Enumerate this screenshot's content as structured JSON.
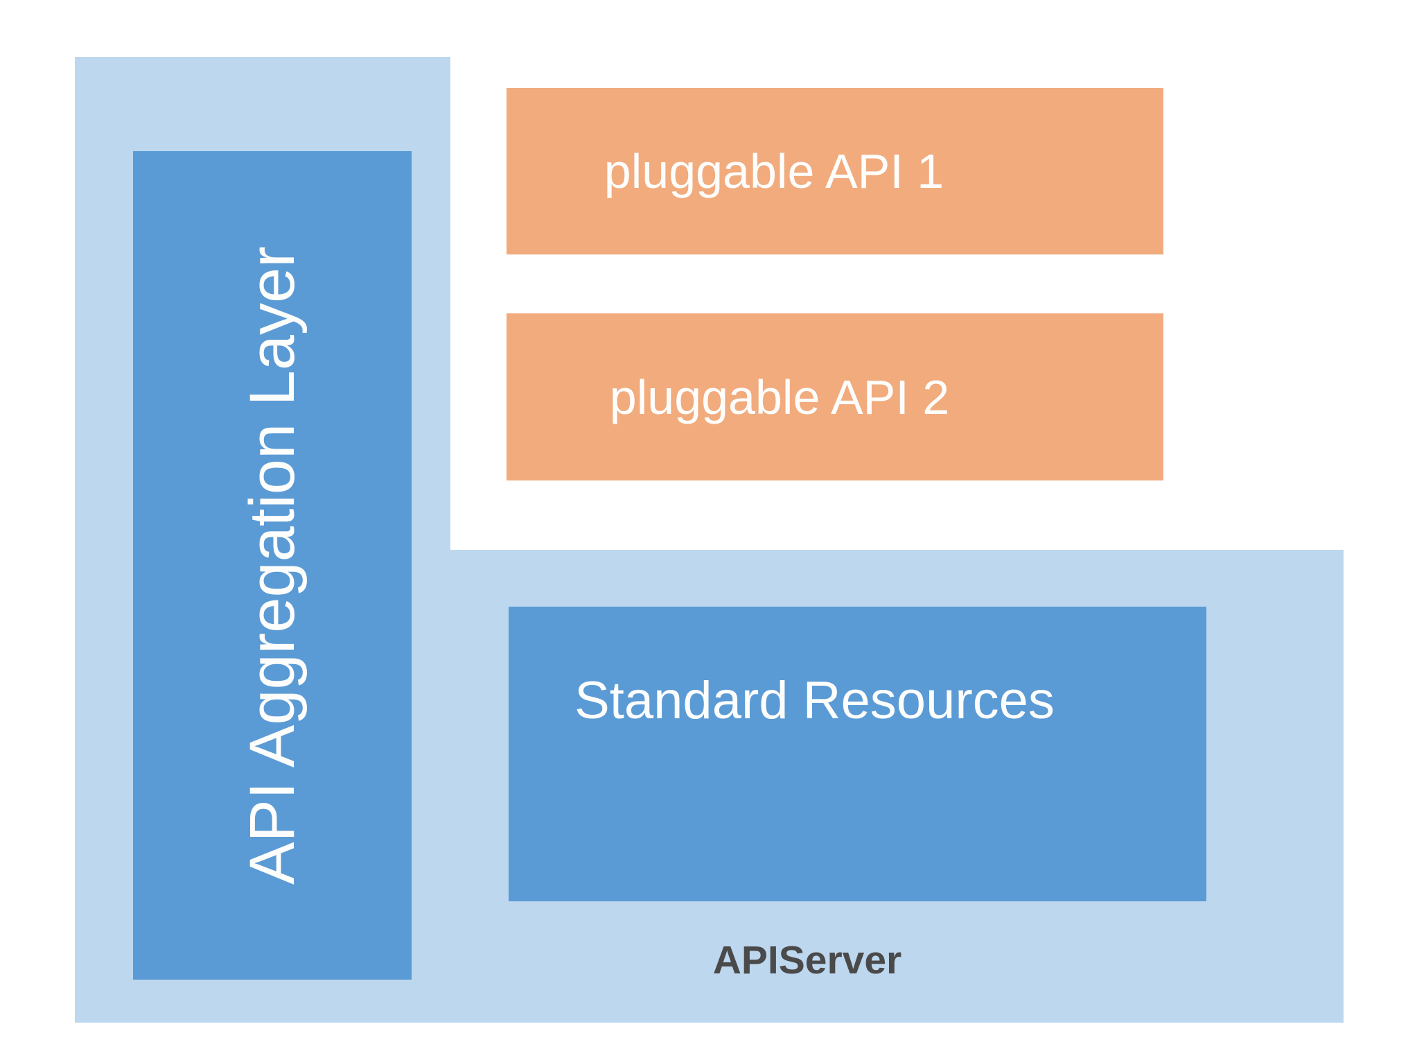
{
  "diagram": {
    "background_label": "APIServer",
    "aggregation_layer_label": "API Aggregation Layer",
    "pluggable_api_1_label": "pluggable API 1",
    "pluggable_api_2_label": "pluggable API 2",
    "standard_resources_label": "Standard Resources",
    "colors": {
      "container_light_blue": "#BDD7EE",
      "box_blue": "#5B9BD5",
      "box_orange": "#F1AB7D",
      "text_white": "#FDFDFC",
      "label_gray": "#4A4A4A"
    }
  }
}
